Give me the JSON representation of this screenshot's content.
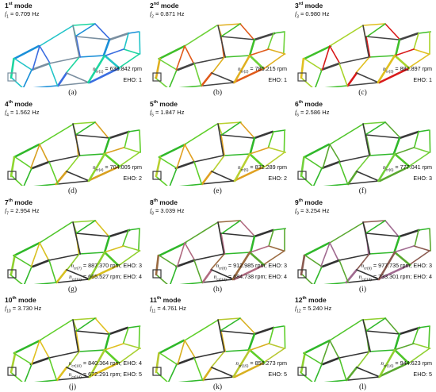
{
  "panels": [
    {
      "title": "1",
      "suffix": "st",
      "suffix_text": " mode",
      "fsub": "1",
      "freq": "0.709 Hz",
      "lines": [
        {
          "sub": "cr(1)",
          "text": "638.842 rpm"
        },
        {
          "sub": "",
          "text": "EHO: 1"
        }
      ],
      "label": "(a)",
      "palette": [
        "#1a8fd8",
        "#22c4c8",
        "#1dd6a0",
        "#3a6de0",
        "#7a8fa0"
      ]
    },
    {
      "title": "2",
      "suffix": "nd",
      "suffix_text": " mode",
      "fsub": "2",
      "freq": "0.871 Hz",
      "lines": [
        {
          "sub": "cr(2)",
          "text": "785.215 rpm"
        },
        {
          "sub": "",
          "text": "EHO: 1"
        }
      ],
      "label": "(b)",
      "palette": [
        "#3fbf2a",
        "#6fd23a",
        "#e0b020",
        "#e05a1a",
        "#444444"
      ]
    },
    {
      "title": "3",
      "suffix": "rd",
      "suffix_text": " mode",
      "fsub": "3",
      "freq": "0.980 Hz",
      "lines": [
        {
          "sub": "cr(3)",
          "text": "882.897 rpm"
        },
        {
          "sub": "",
          "text": "EHO: 1"
        }
      ],
      "label": "(c)",
      "palette": [
        "#3fbf2a",
        "#a8d42a",
        "#e0c020",
        "#d81a1a",
        "#444444"
      ]
    },
    {
      "title": "4",
      "suffix": "th",
      "suffix_text": " mode",
      "fsub": "4",
      "freq": "1.562 Hz",
      "lines": [
        {
          "sub": "cr(4)",
          "text": "704.005 rpm"
        },
        {
          "sub": "",
          "text": "EHO: 2"
        }
      ],
      "label": "(d)",
      "palette": [
        "#2fb82a",
        "#5fcf2a",
        "#8fd630",
        "#d8a020",
        "#3a3a3a"
      ]
    },
    {
      "title": "5",
      "suffix": "th",
      "suffix_text": " mode",
      "fsub": "5",
      "freq": "1.847 Hz",
      "lines": [
        {
          "sub": "cr(5)",
          "text": "832.289 rpm"
        },
        {
          "sub": "",
          "text": "EHO: 2"
        }
      ],
      "label": "(e)",
      "palette": [
        "#2fb82a",
        "#5fcf2a",
        "#b8d030",
        "#e0a020",
        "#3a3a3a"
      ]
    },
    {
      "title": "6",
      "suffix": "th",
      "suffix_text": " mode",
      "fsub": "6",
      "freq": "2.586 Hz",
      "lines": [
        {
          "sub": "cr(6)",
          "text": "777.041 rpm"
        },
        {
          "sub": "",
          "text": "EHO: 3"
        }
      ],
      "label": "(f)",
      "palette": [
        "#2fb82a",
        "#4fc52a",
        "#72d03a",
        "#5aa830",
        "#3a3a3a"
      ]
    },
    {
      "title": "7",
      "suffix": "th",
      "suffix_text": " mode",
      "fsub": "7",
      "freq": "2.954 Hz",
      "lines": [
        {
          "sub": "cr(7)",
          "text": "887.370 rpm; EHO: 3"
        },
        {
          "sub": "cr(11)",
          "text": "665.527 rpm; EHO: 4"
        }
      ],
      "label": "(g)",
      "palette": [
        "#2fb82a",
        "#4fc52a",
        "#8fd030",
        "#d8c020",
        "#333333"
      ]
    },
    {
      "title": "8",
      "suffix": "th",
      "suffix_text": " mode",
      "fsub": "8",
      "freq": "3.039 Hz",
      "lines": [
        {
          "sub": "cr(8)",
          "text": "912.985 rpm; EHO: 3"
        },
        {
          "sub": "cr(12)",
          "text": "684.738 rpm; EHO: 4"
        }
      ],
      "label": "(h)",
      "palette": [
        "#2fb82a",
        "#5aa830",
        "#9a6a40",
        "#b06a80",
        "#333333"
      ]
    },
    {
      "title": "9",
      "suffix": "th",
      "suffix_text": " mode",
      "fsub": "9",
      "freq": "3.254 Hz",
      "lines": [
        {
          "sub": "cr(9)",
          "text": "977.735 rpm; EHO: 3"
        },
        {
          "sub": "cr(13)",
          "text": "733.301 rpm; EHO: 4"
        }
      ],
      "label": "(i)",
      "palette": [
        "#2fb82a",
        "#5aa830",
        "#8a5a50",
        "#a06a90",
        "#333333"
      ]
    },
    {
      "title": "10",
      "suffix": "th",
      "suffix_text": " mode",
      "fsub": "10",
      "freq": "3.730 Hz",
      "lines": [
        {
          "sub": "cr(10)",
          "text": "840.364 rpm; EHO: 4"
        },
        {
          "sub": "cr(14)",
          "text": "672.291 rpm; EHO: 5"
        }
      ],
      "label": "(j)",
      "palette": [
        "#2fb82a",
        "#5fcf2a",
        "#a8d030",
        "#e0c020",
        "#333333"
      ]
    },
    {
      "title": "11",
      "suffix": "th",
      "suffix_text": " mode",
      "fsub": "11",
      "freq": "4.761 Hz",
      "lines": [
        {
          "sub": "cr(15)",
          "text": "858.273 rpm"
        },
        {
          "sub": "",
          "text": "EHO: 5"
        }
      ],
      "label": "(k)",
      "palette": [
        "#2fb82a",
        "#5fcf2a",
        "#b8c830",
        "#d8b020",
        "#333333"
      ]
    },
    {
      "title": "12",
      "suffix": "th",
      "suffix_text": " mode",
      "fsub": "12",
      "freq": "5.240 Hz",
      "lines": [
        {
          "sub": "cr(16)",
          "text": "944.623 rpm"
        },
        {
          "sub": "",
          "text": "EHO: 5"
        }
      ],
      "label": "(l)",
      "palette": [
        "#2fb82a",
        "#4fc52a",
        "#8fd030",
        "#5aa830",
        "#333333"
      ]
    }
  ]
}
